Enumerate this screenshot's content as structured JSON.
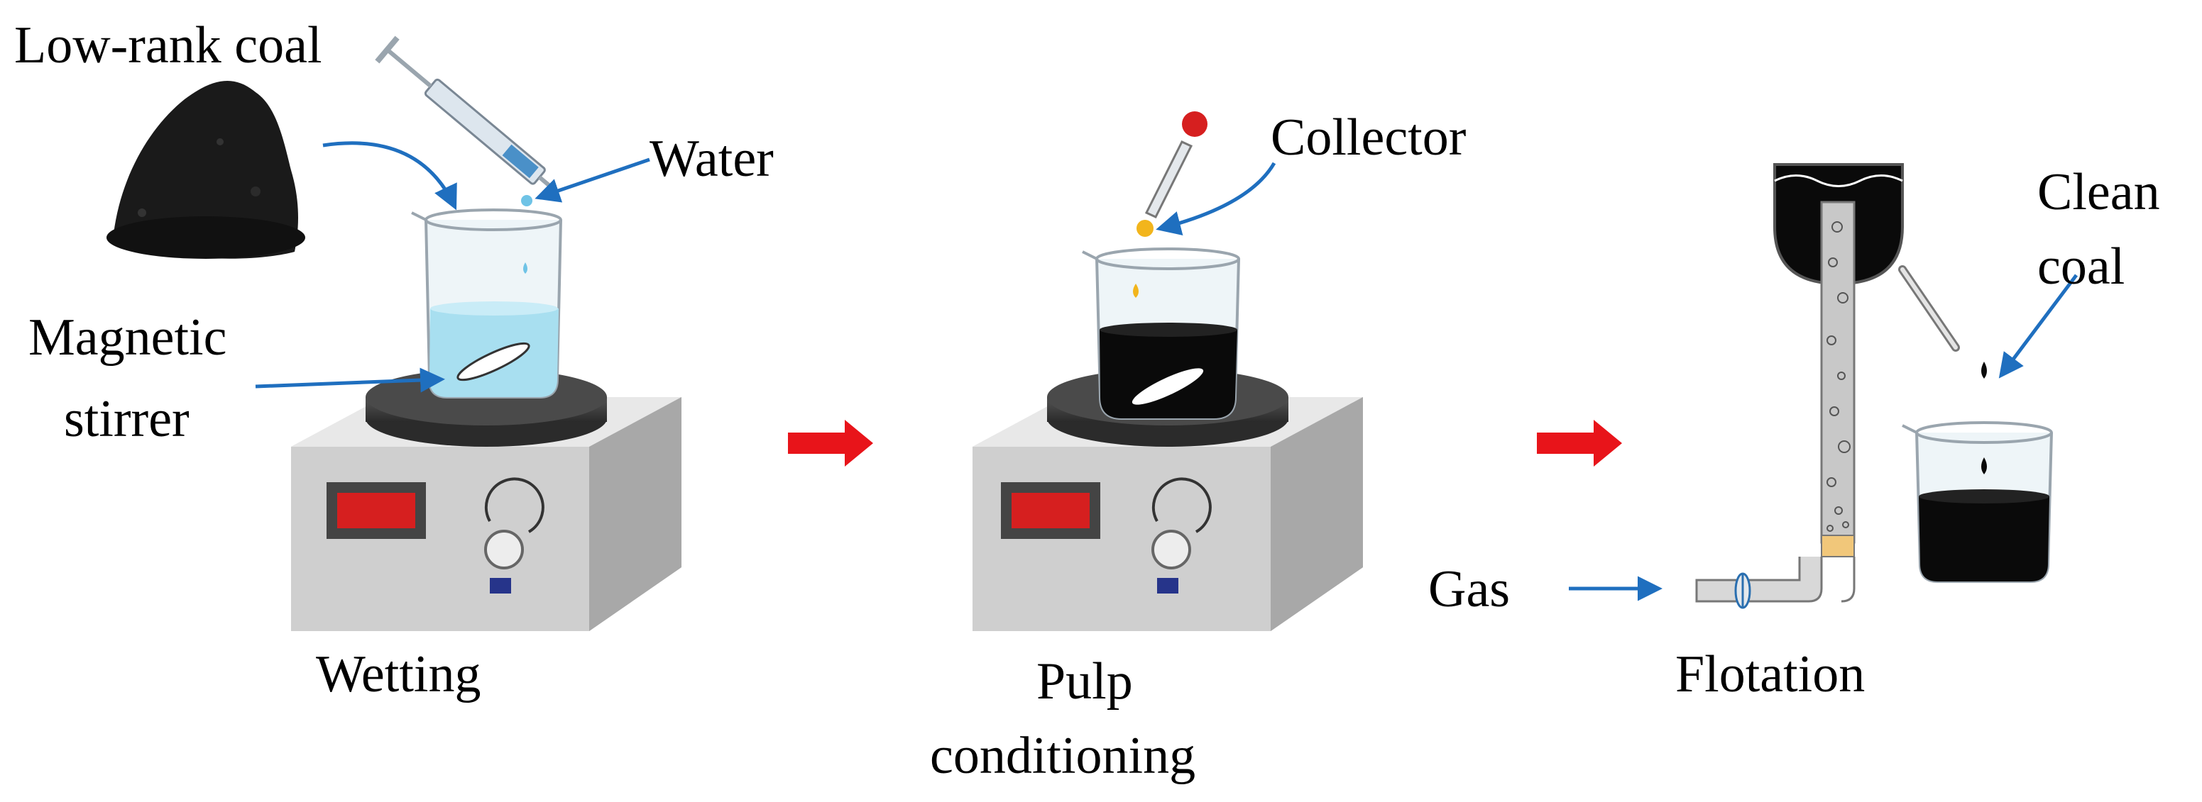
{
  "labels": {
    "low_rank_coal": "Low-rank coal",
    "water": "Water",
    "magnetic_line1": "Magnetic",
    "magnetic_line2": "stirrer",
    "collector": "Collector",
    "clean_line1": "Clean",
    "clean_line2": "coal",
    "gas": "Gas",
    "wetting": "Wetting",
    "pulp_line1": "Pulp",
    "pulp_line2": "conditioning",
    "flotation": "Flotation"
  },
  "colors": {
    "arrow_blue": "#1f6fbf",
    "step_arrow_red": "#e8141a",
    "water_blue": "#a8dff0",
    "coal_black": "#0a0a0a",
    "collector_yellow": "#f2b51c",
    "device_gray": "#c9c9c9",
    "display_red": "#d61f1f",
    "frit_tan": "#f1c77a"
  },
  "icons": [
    "coal-pile-icon",
    "syringe-icon",
    "dropper-icon",
    "beaker-icon",
    "magnetic-stirrer-icon",
    "flotation-column-icon",
    "valve-icon"
  ]
}
